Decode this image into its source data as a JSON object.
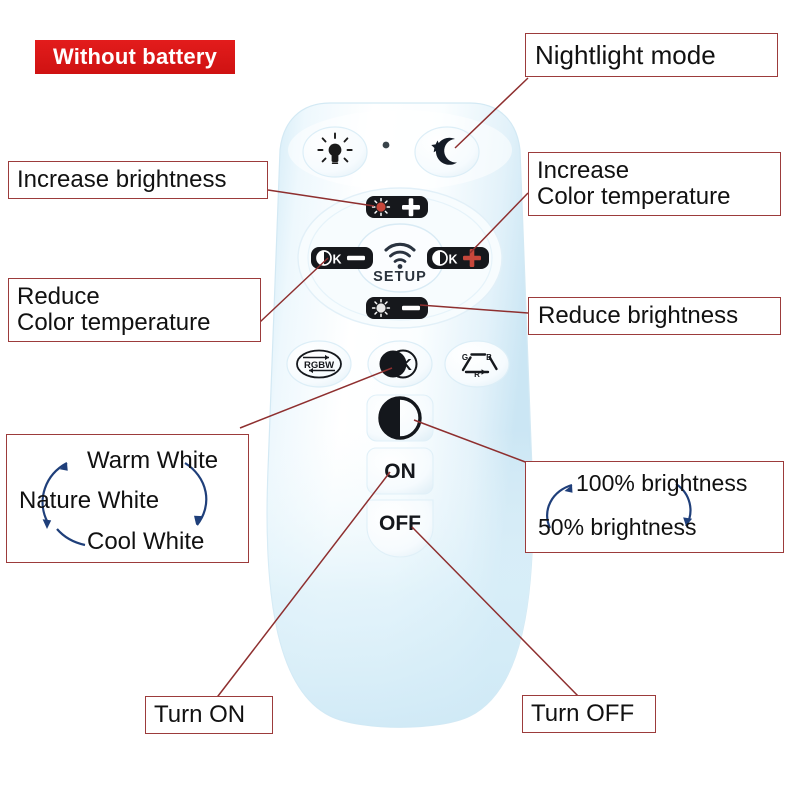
{
  "page": {
    "title": "LED remote control button guide",
    "background": "#ffffff",
    "leader_line_color": "#8e2f2f",
    "callout_border_color": "#9c3b3b",
    "arrow_color": "#1f3f7a"
  },
  "badge": {
    "label": "Without battery",
    "bg_color": "#e01a1a",
    "text_color": "#ffffff"
  },
  "remote": {
    "name": "led-remote-control",
    "body_color_light": "#fbfdff",
    "body_color_shade": "#d8eef8",
    "buttons": {
      "light": {
        "name": "light-bulb-button",
        "icon": "light-bulb-icon"
      },
      "nightlight": {
        "name": "nightlight-button",
        "icon": "moon-star-icon"
      },
      "led_indicator": {
        "name": "led-indicator",
        "icon": "led-dot-icon"
      },
      "brightness_up": {
        "name": "brightness-up-button",
        "icon": "sun-plus-icon",
        "symbol": "+"
      },
      "brightness_down": {
        "name": "brightness-down-button",
        "icon": "sun-minus-icon",
        "symbol": "−"
      },
      "color_temp_down": {
        "name": "color-temp-down-button",
        "icon": "kelvin-minus-icon",
        "letter": "K",
        "symbol": "−"
      },
      "color_temp_up": {
        "name": "color-temp-up-button",
        "icon": "kelvin-plus-icon",
        "letter": "K",
        "symbol": "+"
      },
      "setup": {
        "name": "setup-button",
        "icon": "wifi-signal-icon",
        "label": "SETUP"
      },
      "rgbw": {
        "name": "rgbw-cycle-button",
        "icon": "rgbw-loop-icon",
        "label": "RGBW"
      },
      "kelvin_toggle": {
        "name": "kelvin-toggle-button",
        "icon": "half-circle-kelvin-icon",
        "letter": "K"
      },
      "rgb_triangle": {
        "name": "rgb-cycle-button",
        "icon": "rgb-recycle-icon",
        "letters": [
          "G",
          "B",
          "R"
        ]
      },
      "brightness_toggle": {
        "name": "brightness-toggle-button",
        "icon": "half-circle-contrast-icon"
      },
      "on": {
        "name": "power-on-button",
        "label": "ON"
      },
      "off": {
        "name": "power-off-button",
        "label": "OFF"
      }
    }
  },
  "callouts": {
    "nightlight_mode": {
      "label": "Nightlight mode"
    },
    "increase_brightness": {
      "label": "Increase brightness"
    },
    "increase_color_temperature": {
      "line1": "Increase",
      "line2": "Color temperature"
    },
    "reduce_color_temperature": {
      "line1": "Reduce",
      "line2": "Color temperature"
    },
    "reduce_brightness": {
      "label": "Reduce brightness"
    },
    "turn_on": {
      "label": "Turn ON"
    },
    "turn_off": {
      "label": "Turn OFF"
    }
  },
  "color_cycle": {
    "name": "white-color-cycle",
    "states": [
      "Warm White",
      "Nature White",
      "Cool White"
    ],
    "order": [
      "Warm White",
      "Cool White",
      "Nature White"
    ]
  },
  "brightness_cycle": {
    "name": "brightness-cycle",
    "states": [
      "100% brightness",
      "50% brightness"
    ]
  }
}
